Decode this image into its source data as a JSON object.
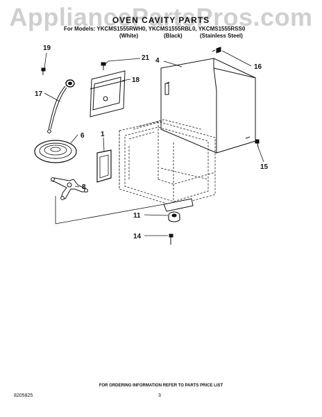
{
  "watermark": "AppliancePartsPros.com",
  "title": "OVEN CAVITY PARTS",
  "models_line": "For Models: YKCMS1555RWH0, YKCMS1555RBL0, YKCMS1555RSS0",
  "finishes": [
    "(White)",
    "(Black)",
    "(Stainless Steel)"
  ],
  "callouts": [
    "19",
    "21",
    "18",
    "17",
    "4",
    "16",
    "6",
    "1",
    "8",
    "15",
    "11",
    "14"
  ],
  "footer_note": "FOR ORDERING INFORMATION REFER TO PARTS PRICE LIST",
  "doc_number": "8205825",
  "page_number": "3"
}
